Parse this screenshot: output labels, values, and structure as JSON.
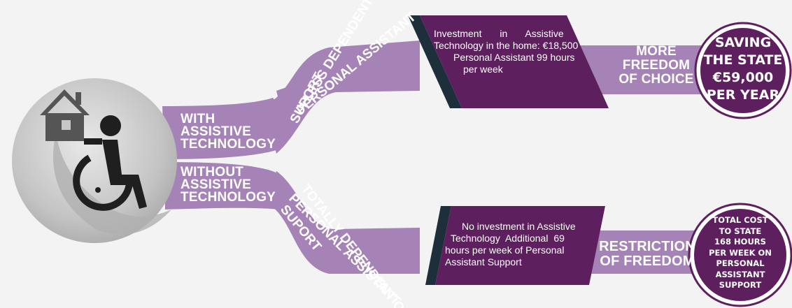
{
  "with_label": [
    "WITH",
    "ASSISTIVE",
    "TECHNOLOGY"
  ],
  "without_label": [
    "WITHOUT",
    "ASSISTIVE",
    "TECHNOLOGY"
  ],
  "upper_branch_label": [
    "LESS DEPENDENT ON",
    "PERSONAL ASSISTANT",
    "SUPORT"
  ],
  "lower_branch_label": [
    "TOTALLY DEPENDENT ON",
    "PERSONAL ASSISTANT",
    "SUPORT"
  ],
  "upper_box_text": [
    "Investment in Assistive",
    "Technology in the home: €18,500",
    "Personal Assistant 99 hours",
    "per week"
  ],
  "lower_box_text": [
    "No investment in Assistive",
    "Technology Additional 69",
    "hours per week of Personal",
    "Assistant Support"
  ],
  "upper_outcome": [
    "MORE",
    "FREEDOM",
    "OF CHOICE"
  ],
  "lower_outcome": [
    "RESTRICTION",
    "OF FREEDOM"
  ],
  "upper_circle": [
    "SAVING",
    "THE STATE",
    "€59,000",
    "PER YEAR"
  ],
  "lower_circle": [
    "TOTAL COST",
    "TO STATE",
    "168 HOURS",
    "PER WEEK ON",
    "PERSONAL",
    "ASSISTANT",
    "SUPPORT"
  ],
  "icons": [
    "house-icon",
    "wheelchair-user-icon"
  ],
  "colors": {
    "light_purple": "#a583b6",
    "dark_purple": "#5d1f5e",
    "dark_teal": "#1d2f3a",
    "circle_grey": "#c7c7c7",
    "icon_grey": "#555555"
  }
}
